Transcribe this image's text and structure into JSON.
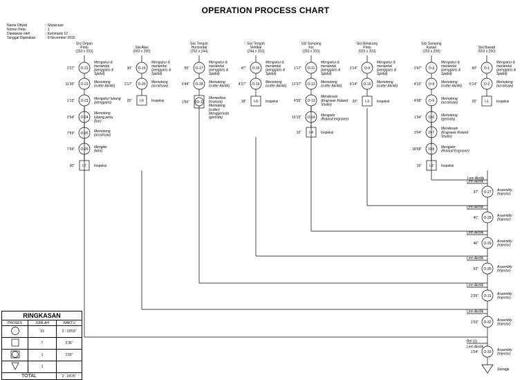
{
  "title": "OPERATION PROCESS CHART",
  "info": [
    {
      "key": "Nama Obyek",
      "value": ": Showcase"
    },
    {
      "key": "Nomor Peta",
      "value": ": 1"
    },
    {
      "key": "Dipetakan oleh",
      "value": ": Kelompok 10"
    },
    {
      "key": "Tanggal Dipetakan",
      "value": ": 9 November 2015"
    }
  ],
  "columns": [
    {
      "id": "c1",
      "heading": [
        "Sisi Depan",
        "Pintu",
        "(250 x 203)"
      ],
      "steps": [
        {
          "type": "op",
          "code": "O-21",
          "time": "2'27\"",
          "desc": [
            "Mengukur &",
            "menandai",
            "(penggaris &",
            "Spidol)"
          ]
        },
        {
          "type": "op",
          "code": "O-22",
          "time": "11'36\"",
          "desc": [
            "Memotong",
            "(cutter Akrilik)"
          ]
        },
        {
          "type": "op",
          "code": "O-23",
          "time": "1'15\"",
          "desc": [
            "Mengukur lubang",
            "(penggaris)"
          ]
        },
        {
          "type": "op",
          "code": "O-24",
          "time": "2'04\"",
          "desc": [
            "Memotong",
            "lubang pintu",
            "(bor)"
          ]
        },
        {
          "type": "op",
          "code": "O-25",
          "time": "7'59\"",
          "desc": [
            "Memotong",
            "(acrolisaw)"
          ]
        },
        {
          "type": "op",
          "code": "O-26",
          "time": "7'34\"",
          "desc": [
            "Mengikir",
            "(kikir)"
          ]
        },
        {
          "type": "insp",
          "code": "I-7",
          "time": "30\"",
          "desc": [
            "Inspeksi"
          ]
        }
      ]
    },
    {
      "id": "c2",
      "heading": [
        "Sisi Atas",
        "(503 x 250)"
      ],
      "steps": [
        {
          "type": "op",
          "code": "O-19",
          "time": "30\"",
          "desc": [
            "Mengukur &",
            "menandai",
            "(penggaris &",
            "Spidol)"
          ]
        },
        {
          "type": "op",
          "code": "O-20",
          "time": "2'17\"",
          "desc": [
            "Memotong",
            "(acrolisaw)"
          ]
        },
        {
          "type": "insp",
          "code": "I-6",
          "time": "25\"",
          "desc": [
            "Inspeksi"
          ]
        }
      ]
    },
    {
      "id": "c3",
      "heading": [
        "Sisi Tengah",
        "Horizontal",
        "(250 x 244)"
      ],
      "steps": [
        {
          "type": "op",
          "code": "O-17",
          "time": "55\"",
          "desc": [
            "Mengukur &",
            "menandai",
            "(penggaris &",
            "Spidol)"
          ]
        },
        {
          "type": "op",
          "code": "O-18",
          "time": "6'44\"",
          "desc": [
            "Memotong",
            "(cutter Akrilik)"
          ]
        },
        {
          "type": "combo",
          "code": "IO-1",
          "time": "1'56\"",
          "desc": [
            "Memeriksa",
            "(manual)",
            "Memotong",
            "(cutter)",
            "Menggerinda",
            "(gerinda)"
          ]
        }
      ]
    },
    {
      "id": "c4",
      "heading": [
        "Sisi Tengah",
        "Vertikal",
        "(244 x 203)"
      ],
      "steps": [
        {
          "type": "op",
          "code": "O-15",
          "time": "47\"",
          "desc": [
            "Mengukur &",
            "menandai",
            "(penggaris &",
            "Spidol)"
          ]
        },
        {
          "type": "op",
          "code": "O-16",
          "time": "4'27\"",
          "desc": [
            "Memotong",
            "(cutter Akrilik)"
          ]
        },
        {
          "type": "insp",
          "code": "I-5",
          "time": "18\"",
          "desc": [
            "Inspeksi"
          ]
        }
      ]
    },
    {
      "id": "c5",
      "heading": [
        "Sisi Samping",
        "Kiri",
        "(250 x 203)"
      ],
      "steps": [
        {
          "type": "op",
          "code": "O-11",
          "time": "1'17\"",
          "desc": [
            "Mengukur &",
            "menandai",
            "(penggaris &",
            "Spidol)"
          ]
        },
        {
          "type": "op",
          "code": "O-12",
          "time": "12'37\"",
          "desc": [
            "Memotong",
            "(cutter Akrilik)"
          ]
        },
        {
          "type": "op",
          "code": "O-13",
          "time": "4'05\"",
          "desc": [
            "Mendesain",
            "(Engraver Roland",
            "Studio)"
          ]
        },
        {
          "type": "op",
          "code": "O-14",
          "time": "16'15\"",
          "desc": [
            "Mengukir",
            "(Roland engraver)"
          ]
        },
        {
          "type": "insp",
          "code": "I-4",
          "time": "10\"",
          "desc": [
            "Inspeksi"
          ]
        }
      ]
    },
    {
      "id": "c6",
      "heading": [
        "Sisi Belakang",
        "Pintu",
        "(503 x 203)"
      ],
      "steps": [
        {
          "type": "op",
          "code": "O-9",
          "time": "2'14\"",
          "desc": [
            "Mengukur &",
            "menandai",
            "(penggaris &",
            "Spidol)"
          ]
        },
        {
          "type": "op",
          "code": "O-10",
          "time": "6'14\"",
          "desc": [
            "Memotong",
            "(cutter Akrilik)"
          ]
        },
        {
          "type": "insp",
          "code": "I-3",
          "time": "20\"",
          "desc": [
            "Inspeksi"
          ]
        }
      ]
    },
    {
      "id": "c7",
      "heading": [
        "Sisi Samping",
        "Kanan",
        "(250 x 208)"
      ],
      "steps": [
        {
          "type": "op",
          "code": "O-3",
          "time": "2'47\"",
          "desc": [
            "Mengukur &",
            "menandai",
            "(penggaris &",
            "Spidol)"
          ]
        },
        {
          "type": "op",
          "code": "O-4",
          "time": "4'10\"",
          "desc": [
            "Memotong",
            "(cutter Akrilik)"
          ]
        },
        {
          "type": "op",
          "code": "O-5",
          "time": "4'08\"",
          "desc": [
            "Memotong",
            "(acrolisaw)"
          ]
        },
        {
          "type": "op",
          "code": "O-6",
          "time": "1'34\"",
          "desc": [
            "Memotong",
            "(gerinda)"
          ]
        },
        {
          "type": "op",
          "code": "O-7",
          "time": "3'04\"",
          "desc": [
            "Mendesain",
            "(Engraver Roland",
            "Studio)"
          ]
        },
        {
          "type": "op",
          "code": "O-8",
          "time": "18'08\"",
          "desc": [
            "Mengukir",
            "(Roland Engraver)"
          ]
        },
        {
          "type": "insp",
          "code": "I-2",
          "time": "19\"",
          "desc": [
            "Inspeksi"
          ]
        }
      ]
    },
    {
      "id": "c8",
      "heading": [
        "Sisi Bawah",
        "(503 x 250)"
      ],
      "steps": [
        {
          "type": "op",
          "code": "O-1",
          "time": "60\"",
          "desc": [
            "Mengukur &",
            "menandai",
            "(penggaris &",
            "Spidol)"
          ]
        },
        {
          "type": "op",
          "code": "O-2",
          "time": "5'14\"",
          "desc": [
            "Memotong",
            "(acrolisaw)"
          ]
        },
        {
          "type": "insp",
          "code": "I-1",
          "time": "25\"",
          "desc": [
            "Inspeksi"
          ]
        }
      ]
    }
  ],
  "assembly": [
    {
      "code": "O-27",
      "time": "37\"",
      "joiner": "Lem Akrilik",
      "desc": [
        "Assembly",
        "(Injector)"
      ]
    },
    {
      "code": "O-28",
      "time": "41\"",
      "joiner": "Lem Akrilik",
      "desc": [
        "Assembly",
        "(Injector)"
      ]
    },
    {
      "code": "O-29",
      "time": "46\"",
      "joiner": "Lem Akrilik",
      "desc": [
        "Assembly",
        "(Injector)"
      ]
    },
    {
      "code": "O-30",
      "time": "53\"",
      "joiner": "Lem Akrilik",
      "desc": [
        "Assembly",
        "(Injector)"
      ]
    },
    {
      "code": "O-31",
      "time": "2'35\"",
      "joiner": "Lem Akrilik",
      "desc": [
        "Assembly",
        "(Injector)"
      ]
    },
    {
      "code": "O-32",
      "time": "1'03\"",
      "joiner": "Lem Akrilik",
      "desc": [
        "Assembly",
        "(Injector)"
      ]
    },
    {
      "code": "O-33",
      "time": "1'04\"",
      "joiner": "Rel (2)",
      "joiner2": "Lem Akrilik",
      "desc": [
        "Assembly",
        "(Injector)"
      ]
    }
  ],
  "storage": {
    "label": "Storage"
  },
  "summary": {
    "caption": "RINGKASAN",
    "headers": [
      "PROSES",
      "JUMLAH",
      "WAKTU"
    ],
    "rows": [
      {
        "symbol": "circle-icon",
        "count": "33",
        "time": "2 : 19'53\""
      },
      {
        "symbol": "square-icon",
        "count": "7",
        "time": "2'36\""
      },
      {
        "symbol": "combined-icon",
        "count": "1",
        "time": "1'56\""
      },
      {
        "symbol": "triangle-icon",
        "count": "1",
        "time": ""
      }
    ],
    "total_label": "TOTAL",
    "total_time": "2 : 24'25\""
  }
}
